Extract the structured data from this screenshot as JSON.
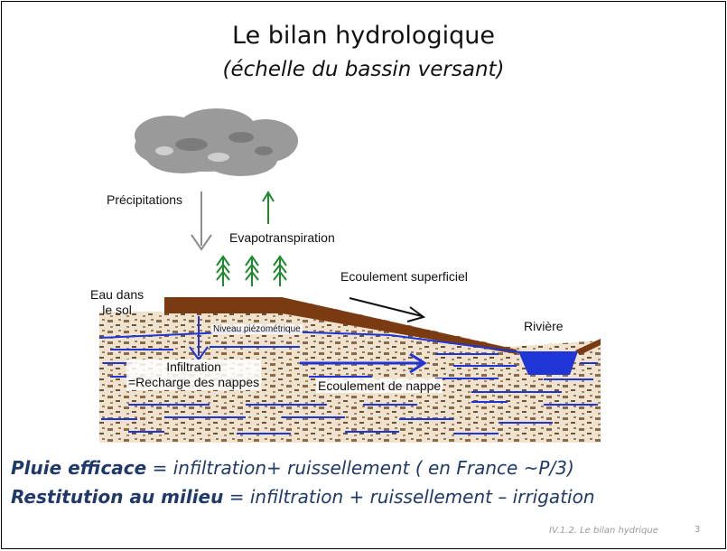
{
  "slide": {
    "title": "Le bilan hydrologique",
    "subtitle": "(échelle du bassin versant)",
    "footer": "IV.1.2. Le bilan hydrique",
    "page_number": "3"
  },
  "diagram": {
    "labels": {
      "precipitations": "Précipitations",
      "evapotranspiration": "Evapotranspiration",
      "ecoulement_superficiel": "Ecoulement superficiel",
      "eau_dans_le_sol": "Eau dans\nle sol",
      "riviere": "Rivière",
      "niveau_piezometrique": "Niveau piézométrique",
      "infiltration": "Infiltration\n=Recharge des nappes",
      "ecoulement_de_nappe": "Ecoulement de nappe"
    },
    "colors": {
      "water": "#1f35d6",
      "soil_surface": "#7a3b12",
      "tree": "#1e8a2e",
      "precip_arrow": "#8c8c8c",
      "evap_arrow": "#1e8a2e",
      "cloud": "#9a9a9a"
    }
  },
  "equations": {
    "line1_term": "Pluie efficace",
    "line1_rest": " = infiltration+ ruissellement  ( en France ~P/3)",
    "line2_term": "Restitution au milieu",
    "line2_rest": " = infiltration + ruissellement – irrigation"
  }
}
